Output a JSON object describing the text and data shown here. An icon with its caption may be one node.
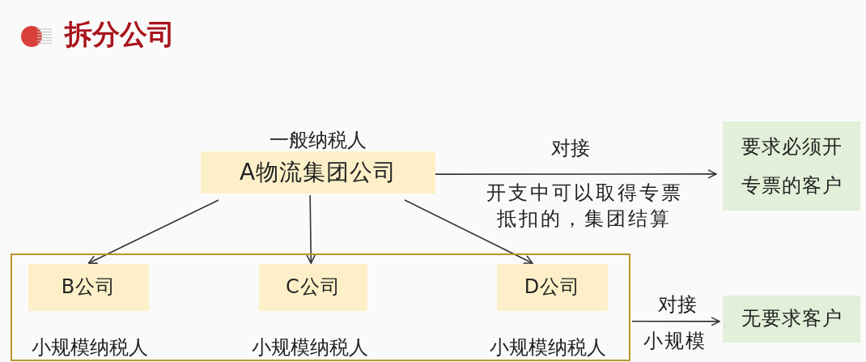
{
  "diagram": {
    "title": "拆分公司",
    "nodes": [
      {
        "text": [
          "A物流集团公司"
        ],
        "beside": [
          "一般纳税人"
        ]
      },
      {
        "text": [
          "要求必须开专票的客户"
        ]
      },
      {
        "text": [],
        "shape": "box"
      },
      {
        "text": [
          "B公司"
        ],
        "in": 2,
        "beside": [
          "小规模纳税人"
        ]
      },
      {
        "text": [
          "C公司"
        ],
        "in": 2,
        "beside": [
          "小规模纳税人"
        ]
      },
      {
        "text": [
          "D公司"
        ],
        "in": 2,
        "beside": [
          "小规模纳税人"
        ]
      },
      {
        "text": [
          "无要求客户"
        ]
      }
    ],
    "edges": [
      {
        "from": 0,
        "to": 1,
        "arrow": "to",
        "label": "对接"
      },
      {
        "from": 0,
        "to": 3,
        "arrow": "to"
      },
      {
        "from": 0,
        "to": 4,
        "arrow": "to"
      },
      {
        "from": 0,
        "to": 5,
        "arrow": "to"
      },
      {
        "from": 2,
        "to": 6,
        "arrow": "to",
        "label": "对接"
      }
    ],
    "labels": [
      "开支中可以取得专票抵扣的，集团结算",
      "小规模"
    ]
  }
}
